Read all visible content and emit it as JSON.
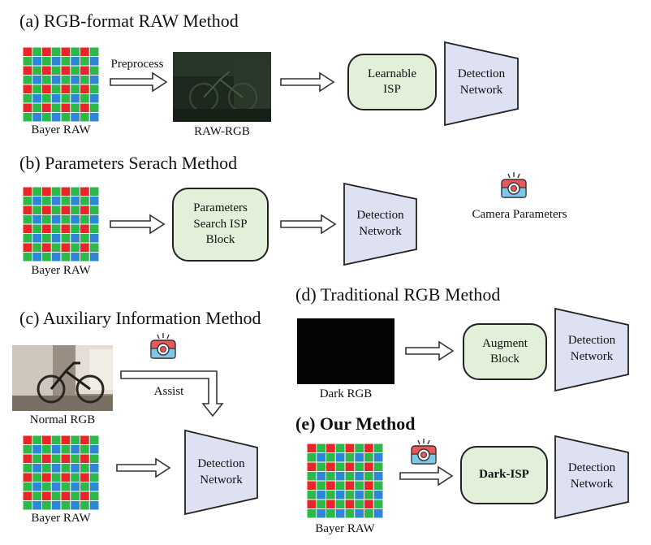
{
  "panels": {
    "a": {
      "title": "(a) RGB-format RAW Method",
      "bayer_label": "Bayer RAW",
      "preprocess_label": "Preprocess",
      "rawrgb_label": "RAW-RGB",
      "isp_label": "Learnable\nISP",
      "det_label": "Detection\nNetwork"
    },
    "b": {
      "title": "(b) Parameters Serach Method",
      "bayer_label": "Bayer RAW",
      "search_label": "Parameters\nSearch ISP\nBlock",
      "det_label": "Detection\nNetwork",
      "camera_label": "Camera Parameters"
    },
    "c": {
      "title": "(c) Auxiliary Information Method",
      "normal_label": "Normal RGB",
      "assist_label": "Assist",
      "bayer_label": "Bayer RAW",
      "det_label": "Detection\nNetwork"
    },
    "d": {
      "title": "(d) Traditional RGB Method",
      "dark_label": "Dark RGB",
      "augment_label": "Augment\nBlock",
      "det_label": "Detection\nNetwork"
    },
    "e": {
      "title": "(e) Our Method",
      "bayer_label": "Bayer RAW",
      "darkisp_label": "Dark-ISP",
      "det_label": "Detection\nNetwork"
    }
  },
  "colors": {
    "bayer_red": "#e8262a",
    "bayer_green": "#2fb84a",
    "bayer_blue": "#2f86d6",
    "box_fill": "#e2f0d9",
    "trap_fill": "#dde1f2",
    "camera_body": "#e85a5a",
    "camera_lens": "#7fc6e8"
  },
  "icons": [
    "camera-icon",
    "arrow-right-icon"
  ]
}
